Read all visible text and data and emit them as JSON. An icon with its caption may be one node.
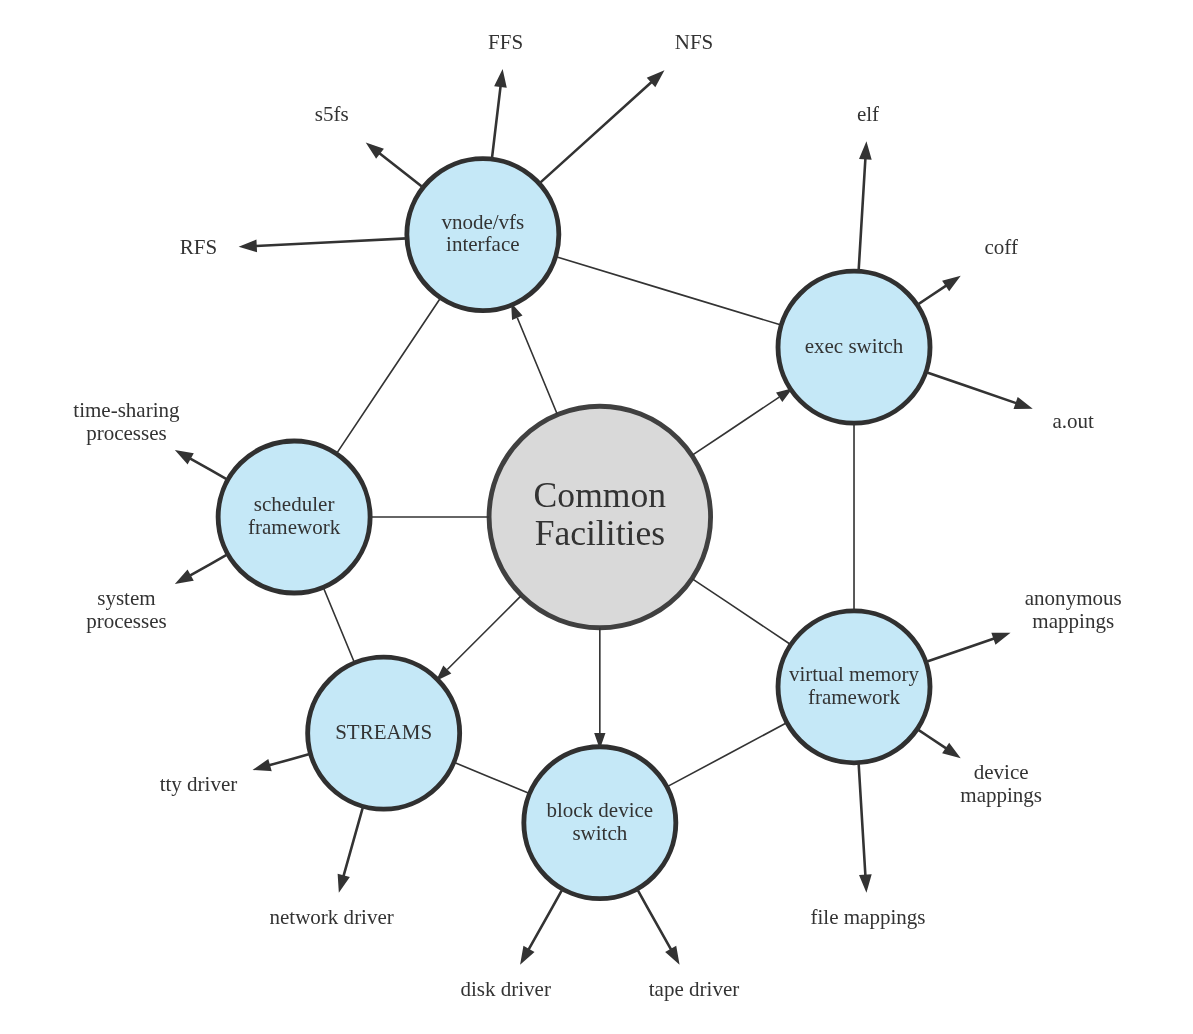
{
  "diagram": {
    "nodes": [
      {
        "text": [
          "Common Facilities"
        ]
      },
      {
        "text": [
          "exec switch"
        ]
      },
      {
        "text": [
          "vnode/vfs interface"
        ]
      },
      {
        "text": [
          "scheduler framework"
        ]
      },
      {
        "text": [
          "STREAMS"
        ]
      },
      {
        "text": [
          "block device switch"
        ]
      },
      {
        "text": [
          "virtual memory framework"
        ]
      },
      {
        "text": [
          "a.out"
        ]
      },
      {
        "text": [
          "coff"
        ]
      },
      {
        "text": [
          "elf"
        ]
      },
      {
        "text": [
          "NFS"
        ]
      },
      {
        "text": [
          "FFS"
        ]
      },
      {
        "text": [
          "s5fs"
        ]
      },
      {
        "text": [
          "RFS"
        ]
      },
      {
        "text": [
          "time-sharing processes"
        ]
      },
      {
        "text": [
          "system processes"
        ]
      },
      {
        "text": [
          "tty driver"
        ]
      },
      {
        "text": [
          "network driver"
        ]
      },
      {
        "text": [
          "disk driver"
        ]
      },
      {
        "text": [
          "tape driver"
        ]
      },
      {
        "text": [
          "file mappings"
        ]
      },
      {
        "text": [
          "device mappings"
        ]
      },
      {
        "text": [
          "anonymous mappings"
        ]
      }
    ],
    "edges": [
      {
        "from": 0,
        "to": 1,
        "arrow": "to"
      },
      {
        "from": 0,
        "to": 2,
        "arrow": "to"
      },
      {
        "from": 0,
        "to": 3,
        "arrow": "none"
      },
      {
        "from": 0,
        "to": 4,
        "arrow": "to"
      },
      {
        "from": 0,
        "to": 5,
        "arrow": "to"
      },
      {
        "from": 0,
        "to": 6,
        "arrow": "none"
      },
      {
        "from": 1,
        "to": 2,
        "arrow": "none"
      },
      {
        "from": 2,
        "to": 3,
        "arrow": "none"
      },
      {
        "from": 3,
        "to": 4,
        "arrow": "none"
      },
      {
        "from": 4,
        "to": 5,
        "arrow": "none"
      },
      {
        "from": 5,
        "to": 6,
        "arrow": "none"
      },
      {
        "from": 6,
        "to": 1,
        "arrow": "none"
      },
      {
        "from": 1,
        "to": 7,
        "arrow": "to"
      },
      {
        "from": 1,
        "to": 8,
        "arrow": "to"
      },
      {
        "from": 1,
        "to": 9,
        "arrow": "to"
      },
      {
        "from": 2,
        "to": 10,
        "arrow": "to"
      },
      {
        "from": 2,
        "to": 11,
        "arrow": "to"
      },
      {
        "from": 2,
        "to": 12,
        "arrow": "to"
      },
      {
        "from": 2,
        "to": 13,
        "arrow": "to"
      },
      {
        "from": 3,
        "to": 14,
        "arrow": "to"
      },
      {
        "from": 3,
        "to": 15,
        "arrow": "to"
      },
      {
        "from": 4,
        "to": 16,
        "arrow": "to"
      },
      {
        "from": 4,
        "to": 17,
        "arrow": "to"
      },
      {
        "from": 5,
        "to": 18,
        "arrow": "to"
      },
      {
        "from": 5,
        "to": 19,
        "arrow": "to"
      },
      {
        "from": 6,
        "to": 20,
        "arrow": "to"
      },
      {
        "from": 6,
        "to": 21,
        "arrow": "to"
      },
      {
        "from": 6,
        "to": 22,
        "arrow": "to"
      }
    ]
  }
}
